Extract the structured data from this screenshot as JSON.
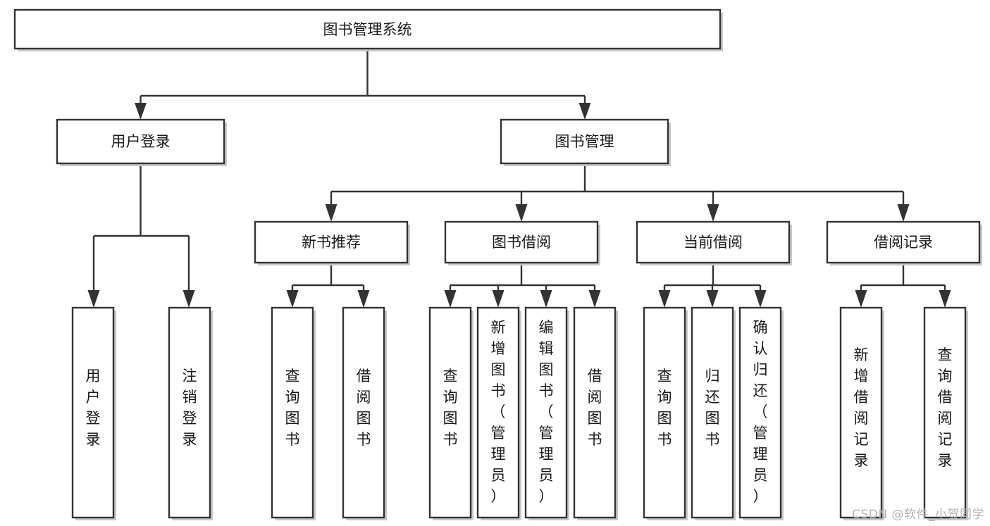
{
  "diagram": {
    "title": "图书管理系统",
    "type": "tree",
    "watermark": "CSDN @软件_小贺同学",
    "colors": {
      "box_stroke": "#333333",
      "box_fill": "#ffffff",
      "connector": "#333333",
      "text": "#1a1a1a",
      "watermark": "#b4b4b4",
      "background": "#ffffff"
    },
    "nodes": {
      "root": {
        "label": "图书管理系统"
      },
      "level2": [
        {
          "id": "user-login",
          "label": "用户登录"
        },
        {
          "id": "book-management",
          "label": "图书管理"
        }
      ],
      "level3": [
        {
          "id": "new-book-recommend",
          "label": "新书推荐"
        },
        {
          "id": "book-borrow",
          "label": "图书借阅"
        },
        {
          "id": "current-borrow",
          "label": "当前借阅"
        },
        {
          "id": "borrow-record",
          "label": "借阅记录"
        }
      ],
      "leaves": {
        "user_login": [
          {
            "id": "leaf-user-login",
            "label": "用户登录"
          },
          {
            "id": "leaf-logout-login",
            "label": "注销登录"
          }
        ],
        "new_book_recommend": [
          {
            "id": "leaf-query-book-1",
            "label": "查询图书"
          },
          {
            "id": "leaf-borrow-book-1",
            "label": "借阅图书"
          }
        ],
        "book_borrow": [
          {
            "id": "leaf-query-book-2",
            "label": "查询图书"
          },
          {
            "id": "leaf-add-book",
            "label": "新增图书（管理员）"
          },
          {
            "id": "leaf-edit-book",
            "label": "编辑图书（管理员）"
          },
          {
            "id": "leaf-borrow-book-2",
            "label": "借阅图书"
          }
        ],
        "current_borrow": [
          {
            "id": "leaf-query-book-3",
            "label": "查询图书"
          },
          {
            "id": "leaf-return-book",
            "label": "归还图书"
          },
          {
            "id": "leaf-confirm-return",
            "label": "确认归还（管理员）"
          }
        ],
        "borrow_record": [
          {
            "id": "leaf-add-record",
            "label": "新增借阅记录"
          },
          {
            "id": "leaf-query-record",
            "label": "查询借阅记录"
          }
        ]
      }
    }
  }
}
